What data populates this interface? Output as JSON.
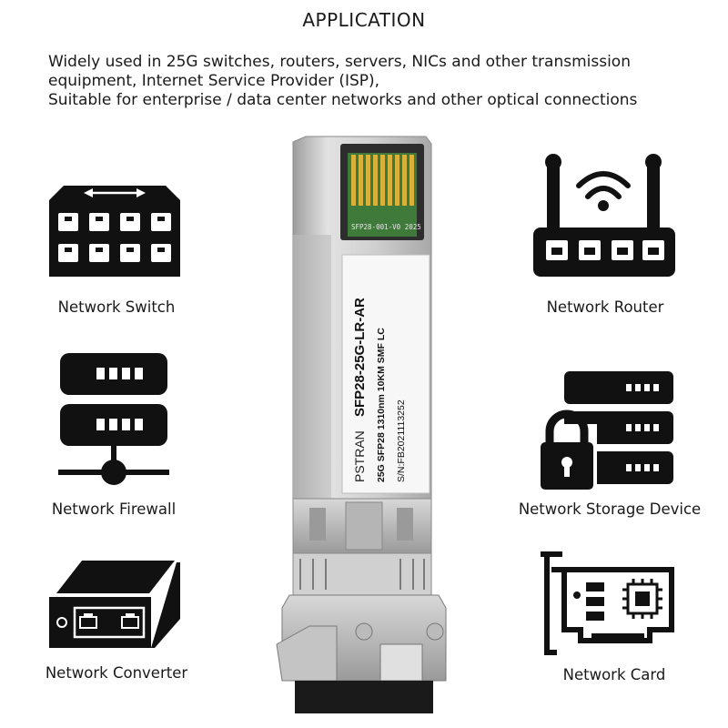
{
  "header": {
    "title": "APPLICATION"
  },
  "description": {
    "lines": [
      "Widely used in 25G switches, routers, servers, NICs and other transmission",
      "equipment, Internet Service Provider (ISP),",
      "Suitable for enterprise / data center networks and other optical connections"
    ]
  },
  "applications": {
    "switch": {
      "label": "Network Switch",
      "icon": "network-switch-icon"
    },
    "firewall": {
      "label": "Network Firewall",
      "icon": "network-firewall-icon"
    },
    "converter": {
      "label": "Network Converter",
      "icon": "network-converter-icon"
    },
    "router": {
      "label": "Network Router",
      "icon": "network-router-icon"
    },
    "storage": {
      "label": "Network Storage Device",
      "icon": "storage-lock-icon"
    },
    "card": {
      "label": "Network Card",
      "icon": "network-card-icon"
    }
  },
  "module": {
    "brand": "PSTRAN",
    "part_number": "SFP28-25G-LR-AR",
    "spec": "25G SFP28 1310nm 10KM SMF LC",
    "serial": "S/N:FB2021113252",
    "pcb_marking": "SFP28-001-V0 2025"
  },
  "colors": {
    "icon": "#111111",
    "metal": "#c9c9c9",
    "pcb": "#3f7a3a",
    "gold": "#d9b13a"
  }
}
